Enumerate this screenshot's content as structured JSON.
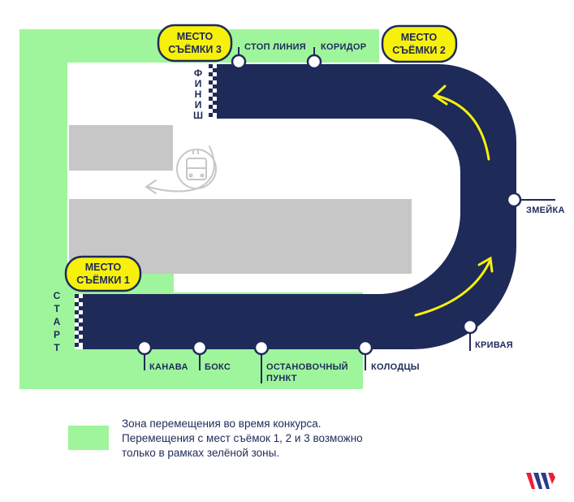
{
  "colors": {
    "green_zone": "#9ff59c",
    "track": "#1e2a58",
    "building": "#c7c7c7",
    "badge": "#f7f10a",
    "arrow": "#f7f10a",
    "text": "#1f2a5a",
    "logo_red": "#e8213b",
    "logo_blue": "#2a3a8f"
  },
  "badges": {
    "spot1": [
      "МЕСТО",
      "СЪЁМКИ 1"
    ],
    "spot2": [
      "МЕСТО",
      "СЪЁМКИ 2"
    ],
    "spot3": [
      "МЕСТО",
      "СЪЁМКИ 3"
    ]
  },
  "vertical_labels": {
    "start": [
      "С",
      "Т",
      "А",
      "Р",
      "Т"
    ],
    "finish": [
      "Ф",
      "И",
      "Н",
      "И",
      "Ш"
    ]
  },
  "stations": {
    "stop_line": "СТОП ЛИНИЯ",
    "corridor": "КОРИДОР",
    "snake": "ЗМЕЙКА",
    "curve": "КРИВАЯ",
    "ditch": "КАНАВА",
    "box": "БОКС",
    "bus_stop": [
      "ОСТАНОВОЧНЫЙ",
      "ПУНКТ"
    ],
    "wells": "КОЛОДЦЫ"
  },
  "icons": {
    "bus": "bus-icon",
    "arrow_out": "exit-arrow-icon",
    "logo": "brand-logo-icon"
  },
  "legend": {
    "lines": [
      "Зона перемещения во время конкурса.",
      "Перемещения с мест съёмок 1, 2 и 3 возможно",
      "только в рамках зелёной зоны."
    ]
  }
}
